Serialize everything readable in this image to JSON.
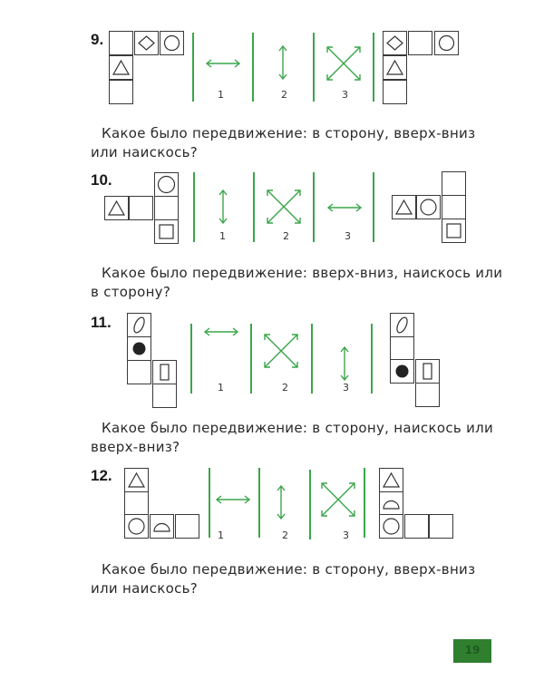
{
  "page": {
    "number": "19",
    "colors": {
      "accent_green": "#3aa64a",
      "page_box": "#2f7f2f",
      "line": "#3a3a3a"
    }
  },
  "tasks": [
    {
      "number": "9.",
      "options": [
        "1",
        "2",
        "3"
      ],
      "moves": [
        "horizontal-arrow",
        "vertical-arrow",
        "diagonal-cross-arrow"
      ],
      "before": [
        "empty",
        "diamond",
        "circle",
        "triangle",
        "empty"
      ],
      "after": [
        "diamond",
        "empty",
        "circle",
        "triangle",
        "empty"
      ],
      "question_line1": "Какое было передвижение: в сторону, вверх-вниз",
      "question_line2": "или наискось?"
    },
    {
      "number": "10.",
      "options": [
        "1",
        "2",
        "3"
      ],
      "moves": [
        "vertical-arrow",
        "diagonal-cross-arrow",
        "horizontal-arrow"
      ],
      "before": [
        "circle",
        "triangle",
        "empty",
        "empty",
        "square"
      ],
      "after": [
        "empty",
        "triangle",
        "circle",
        "empty",
        "square"
      ],
      "question_line1": "Какое было передвижение: вверх-вниз, наискось или",
      "question_line2": "в сторону?"
    },
    {
      "number": "11.",
      "options": [
        "1",
        "2",
        "3"
      ],
      "moves": [
        "horizontal-arrow",
        "diagonal-cross-arrow",
        "vertical-arrow"
      ],
      "before": [
        "ellipse",
        "filled-circle",
        "empty",
        "rectangle",
        "empty"
      ],
      "after": [
        "ellipse",
        "empty",
        "filled-circle",
        "rectangle",
        "empty"
      ],
      "question_line1": "Какое было передвижение: в сторону, наискось или",
      "question_line2": "вверх-вниз?"
    },
    {
      "number": "12.",
      "options": [
        "1",
        "2",
        "3"
      ],
      "moves": [
        "horizontal-arrow",
        "vertical-arrow",
        "diagonal-cross-arrow"
      ],
      "before": [
        "triangle",
        "empty",
        "circle",
        "semicircle",
        "empty"
      ],
      "after": [
        "triangle",
        "semicircle",
        "circle",
        "empty",
        "empty"
      ],
      "question_line1": "Какое было передвижение: в сторону, вверх-вниз",
      "question_line2": "или наискось?"
    }
  ]
}
